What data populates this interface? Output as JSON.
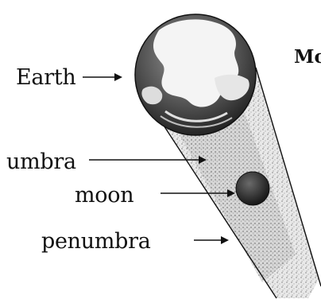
{
  "labels": {
    "earth": "Earth",
    "umbra": "umbra",
    "moon": "moon",
    "penumbra": "penumbra"
  },
  "heading_fragment": "Mo",
  "colors": {
    "ink": "#111111",
    "ocean": "#4a4a4a",
    "land": "#f4f4f4",
    "shadow": "#cfcfcf"
  }
}
